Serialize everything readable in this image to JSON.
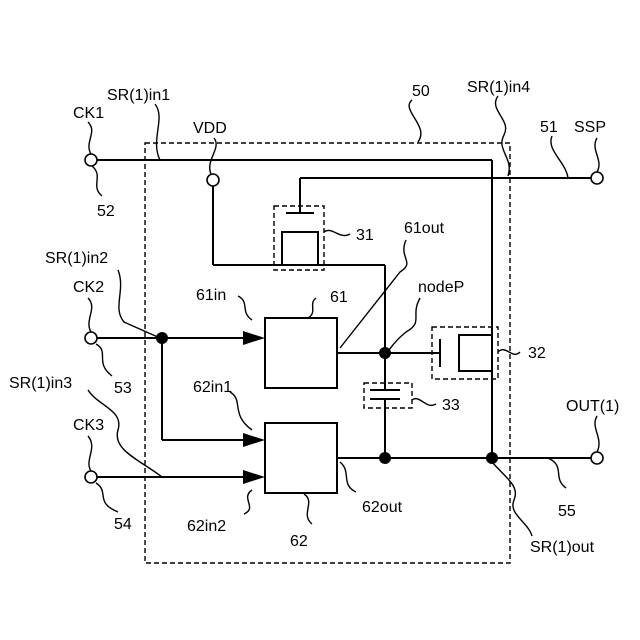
{
  "labels": {
    "ck1": "CK1",
    "sr_in1": "SR(1)in1",
    "vdd": "VDD",
    "ref_50": "50",
    "sr_in4": "SR(1)in4",
    "ref_51": "51",
    "ssp": "SSP",
    "ref_52": "52",
    "ref_31": "31",
    "out_61": "61out",
    "sr_in2": "SR(1)in2",
    "ck2": "CK2",
    "in_61": "61in",
    "ref_61": "61",
    "node_p": "nodeP",
    "ref_32": "32",
    "ref_53": "53",
    "sr_in3": "SR(1)in3",
    "in1_62": "62in1",
    "ref_33": "33",
    "out_label": "OUT(1)",
    "ck3": "CK3",
    "ref_55": "55",
    "out_62": "62out",
    "ref_54": "54",
    "in2_62": "62in2",
    "ref_62": "62",
    "sr_out": "SR(1)out"
  }
}
